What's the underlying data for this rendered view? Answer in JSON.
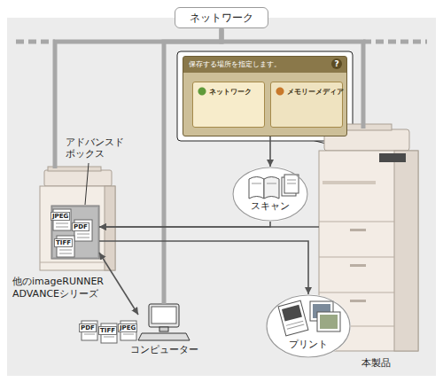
{
  "diagram": {
    "nodes": [
      {
        "text": [
          "ネットワーク"
        ]
      },
      {
        "text": [
          "保存する場所を指定します。"
        ]
      },
      {
        "text": [
          "ネットワーク"
        ],
        "in": 1
      },
      {
        "text": [
          "メモリーメディア"
        ],
        "in": 1
      },
      {
        "text": [
          "本製品"
        ]
      },
      {
        "text": [
          "スキャン"
        ]
      },
      {
        "text": [
          "他のimageRUNNER ADVANCEシリーズ"
        ]
      },
      {
        "text": [
          "アドバンスドボックス"
        ],
        "in": 6
      },
      {
        "text": [
          "プリント"
        ]
      },
      {
        "text": [
          "コンピューター"
        ]
      }
    ],
    "edges": [
      {
        "from": 0,
        "to": 6,
        "arrow": "none"
      },
      {
        "from": 0,
        "to": 9,
        "arrow": "none"
      },
      {
        "from": 0,
        "to": 4,
        "arrow": "none"
      },
      {
        "from": 1,
        "to": 5,
        "arrow": "to"
      },
      {
        "from": 5,
        "to": 7,
        "arrow": "to"
      },
      {
        "from": 4,
        "to": 7,
        "arrow": "to"
      },
      {
        "from": 7,
        "to": 8,
        "arrow": "to"
      },
      {
        "from": 7,
        "to": 9,
        "arrow": "both"
      }
    ],
    "labels": [
      "?",
      "JPEG",
      "PDF",
      "TIFF",
      "PDF",
      "TIFF",
      "JPEG"
    ]
  }
}
